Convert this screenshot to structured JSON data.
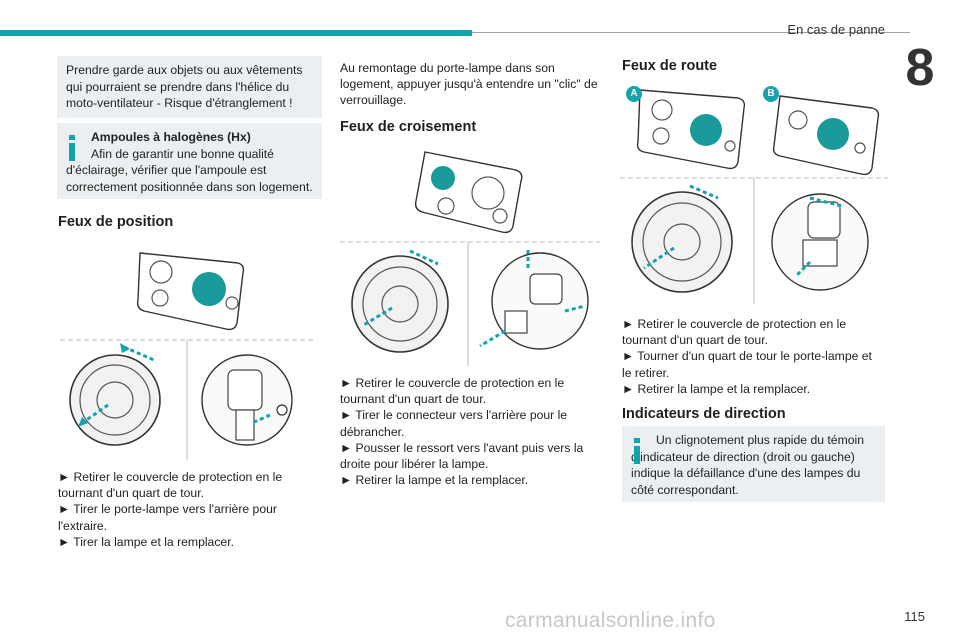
{
  "header": {
    "section": "En cas de panne",
    "chapter": "8"
  },
  "colors": {
    "accent": "#14a3ad",
    "note_bg": "#eceff1",
    "teal_bulb": "#1a9a9a"
  },
  "col1": {
    "warning": "Prendre garde aux objets ou aux vêtements qui pourraient se prendre dans l'hélice du moto-ventilateur - Risque d'étranglement !",
    "halogen_title": "Ampoules à halogènes (Hx)",
    "halogen_text": "Afin de garantir une bonne qualité d'éclairage, vérifier que l'ampoule est correctement positionnée dans son logement.",
    "heading": "Feux de position",
    "steps": [
      "► Retirer le couvercle de protection en le tournant d'un quart de tour.",
      "► Tirer le porte-lampe vers l'arrière pour l'extraire.",
      "► Tirer la lampe et la remplacer."
    ]
  },
  "col2": {
    "intro": "Au remontage du porte-lampe dans son logement, appuyer jusqu'à entendre un \"clic\" de verrouillage.",
    "heading": "Feux de croisement",
    "steps": [
      "► Retirer le couvercle de protection en le tournant d'un quart de tour.",
      "► Tirer le connecteur vers l'arrière pour le débrancher.",
      "► Pousser le ressort vers l'avant puis vers la droite pour libérer la lampe.",
      "► Retirer la lampe et la remplacer."
    ]
  },
  "col3": {
    "heading": "Feux de route",
    "label_a": "A",
    "label_b": "B",
    "steps": [
      "► Retirer le couvercle de protection en le tournant d'un quart de tour.",
      "► Tourner d'un quart de tour le porte-lampe et le retirer.",
      "► Retirer la lampe et la remplacer."
    ],
    "heading2": "Indicateurs de direction",
    "note": "Un clignotement plus rapide du témoin d'indicateur de direction (droit ou gauche) indique la défaillance d'une des lampes du côté correspondant."
  },
  "footer": {
    "page_number": "115",
    "watermark": "carmanualsonline.info"
  }
}
